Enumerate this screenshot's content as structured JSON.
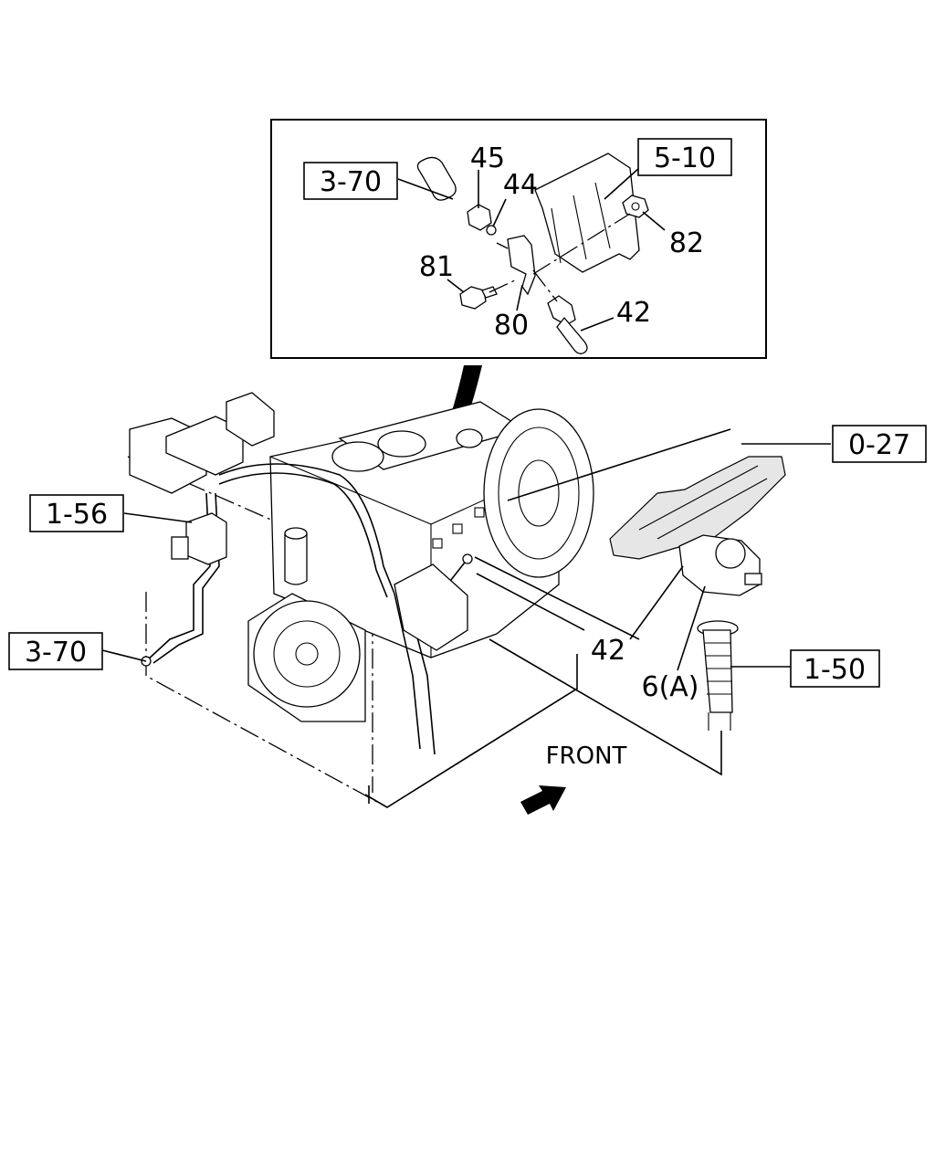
{
  "callouts": {
    "ref_3_70_top": "3-70",
    "ref_5_10": "5-10",
    "part_45": "45",
    "part_44": "44",
    "part_82": "82",
    "part_81": "81",
    "part_80": "80",
    "part_42_top": "42",
    "ref_0_27": "0-27",
    "ref_1_56": "1-56",
    "ref_3_70_left": "3-70",
    "part_42_main": "42",
    "part_6a": "6(A)",
    "ref_1_50": "1-50",
    "front_label": "FRONT"
  }
}
